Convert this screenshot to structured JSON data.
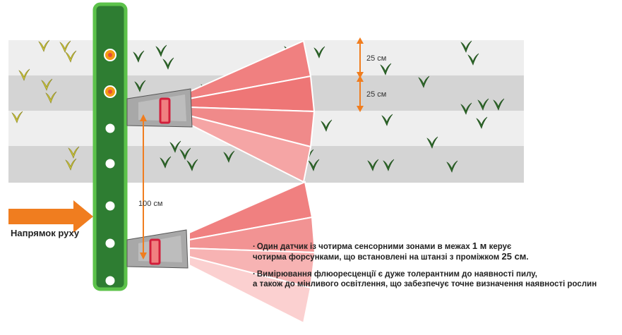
{
  "colors": {
    "boom_green": "#2e7d32",
    "boom_border": "#5cc24a",
    "nozzle_active": "#f39c12",
    "sensor_zone_pink": "#f08080",
    "sensor_zone_dark": "#e34f4f",
    "arrow_orange": "#f07d1f",
    "row_gray": "#d4d4d4",
    "row_light": "#eeeeee",
    "spray_blue": "#1ea7dc",
    "weed_green": "#2f6b2a",
    "weed_yellow": "#c9c23a"
  },
  "dimensions": {
    "spacing_top": "25 см",
    "spacing_bottom": "25 см",
    "sensor_spacing": "100 см"
  },
  "direction_label": "Напрямок руху",
  "notes": [
    {
      "bullet": "·",
      "line1_parts": [
        "Один датчик із чотирма сенсорними зонами в межах ",
        "1 м",
        " керує"
      ],
      "line2_parts": [
        "чотирма форсунками, що встановлені на штанзі з проміжком ",
        "25 см",
        "."
      ]
    },
    {
      "bullet": "·",
      "line1_parts": [
        "Вимірювання флюоресценції є дуже толерантним до наявності пилу,"
      ],
      "line2_parts": [
        "а також до мінливого освітлення, що забезпечує точне визначення наявності рослин"
      ]
    }
  ]
}
